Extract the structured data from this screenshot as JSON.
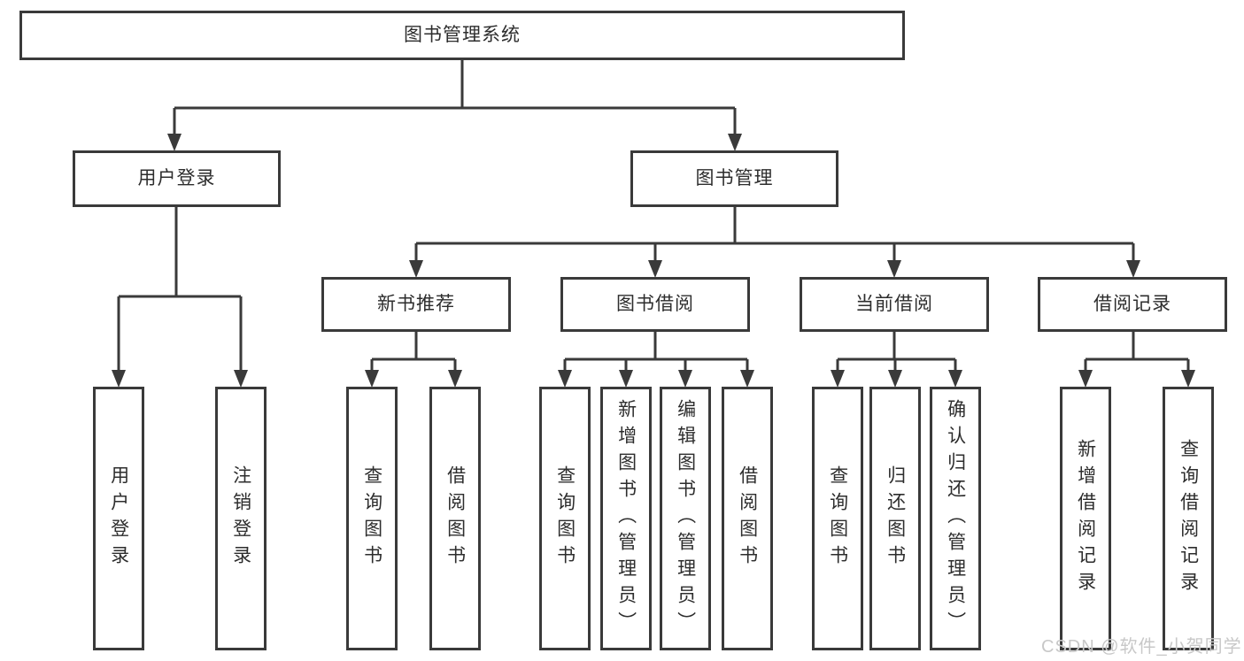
{
  "diagram": {
    "title": "图书管理系统",
    "colors": {
      "background": "#ffffff",
      "line": "#3a3a3a",
      "text": "#2d2d2d",
      "watermark": "#c8c8c8"
    },
    "watermark": {
      "text": "CSDN @软件_小贺同学"
    },
    "nodes": {
      "root": {
        "label": "图书管理系统"
      },
      "user_login": {
        "label": "用户登录"
      },
      "book_mgmt": {
        "label": "图书管理"
      },
      "new_book_rec": {
        "label": "新书推荐"
      },
      "book_borrow": {
        "label": "图书借阅"
      },
      "current_borrow": {
        "label": "当前借阅"
      },
      "borrow_records": {
        "label": "借阅记录"
      },
      "leaf_user_login": {
        "label": "用户登录"
      },
      "leaf_logout": {
        "label": "注销登录"
      },
      "leaf_nbr_query": {
        "label": "查询图书"
      },
      "leaf_nbr_borrow": {
        "label": "借阅图书"
      },
      "leaf_bb_query": {
        "label": "查询图书"
      },
      "leaf_bb_add": {
        "label": "新增图书（管理员）"
      },
      "leaf_bb_edit": {
        "label": "编辑图书（管理员）"
      },
      "leaf_bb_borrow": {
        "label": "借阅图书"
      },
      "leaf_cb_query": {
        "label": "查询图书"
      },
      "leaf_cb_return": {
        "label": "归还图书"
      },
      "leaf_cb_confirm": {
        "label": "确认归还（管理员）"
      },
      "leaf_br_add": {
        "label": "新增借阅记录"
      },
      "leaf_br_query": {
        "label": "查询借阅记录"
      }
    },
    "edges": [
      [
        "root",
        "user_login"
      ],
      [
        "root",
        "book_mgmt"
      ],
      [
        "user_login",
        "leaf_user_login"
      ],
      [
        "user_login",
        "leaf_logout"
      ],
      [
        "book_mgmt",
        "new_book_rec"
      ],
      [
        "book_mgmt",
        "book_borrow"
      ],
      [
        "book_mgmt",
        "current_borrow"
      ],
      [
        "book_mgmt",
        "borrow_records"
      ],
      [
        "new_book_rec",
        "leaf_nbr_query"
      ],
      [
        "new_book_rec",
        "leaf_nbr_borrow"
      ],
      [
        "book_borrow",
        "leaf_bb_query"
      ],
      [
        "book_borrow",
        "leaf_bb_add"
      ],
      [
        "book_borrow",
        "leaf_bb_edit"
      ],
      [
        "book_borrow",
        "leaf_bb_borrow"
      ],
      [
        "current_borrow",
        "leaf_cb_query"
      ],
      [
        "current_borrow",
        "leaf_cb_return"
      ],
      [
        "current_borrow",
        "leaf_cb_confirm"
      ],
      [
        "borrow_records",
        "leaf_br_add"
      ],
      [
        "borrow_records",
        "leaf_br_query"
      ]
    ]
  }
}
